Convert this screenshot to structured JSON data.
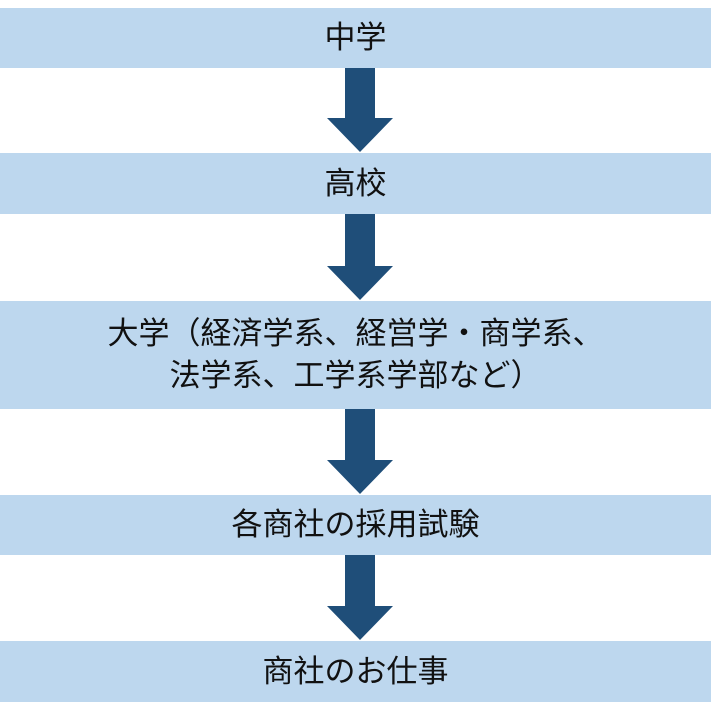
{
  "steps": [
    {
      "label": "中学"
    },
    {
      "label": "高校"
    },
    {
      "line1": "大学（経済学系、経営学・商学系、",
      "line2": "法学系、工学系学部など）"
    },
    {
      "label": "各商社の採用試験"
    },
    {
      "label": "商社のお仕事"
    }
  ],
  "colors": {
    "box": "#bdd7ee",
    "arrow": "#1f4e79",
    "text": "#111111"
  }
}
